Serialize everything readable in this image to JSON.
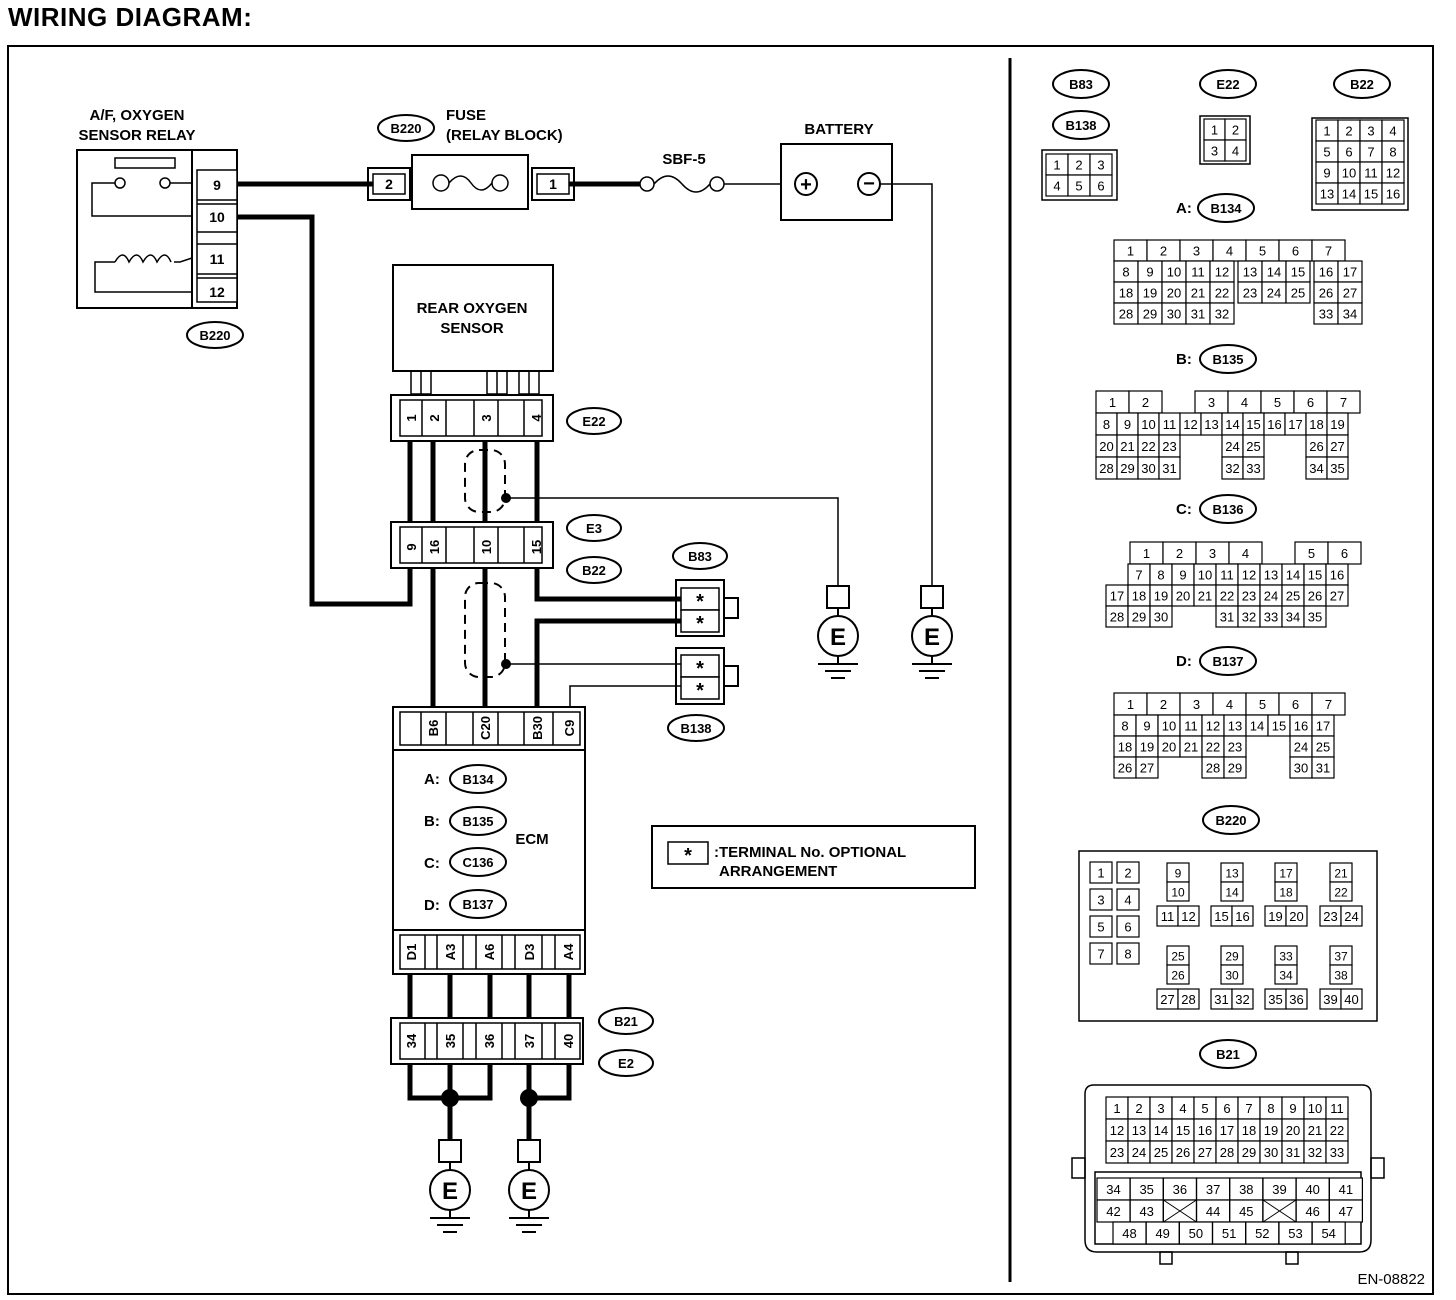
{
  "title": "WIRING DIAGRAM:",
  "figure_id": "EN-08822",
  "relay": {
    "label_line1": "A/F, OXYGEN",
    "label_line2": "SENSOR RELAY",
    "pins": [
      "9",
      "10",
      "11",
      "12"
    ],
    "connector": "B220"
  },
  "fuse": {
    "connector": "B220",
    "label_line1": "FUSE",
    "label_line2": "(RELAY BLOCK)",
    "pin_left": "2",
    "pin_right": "1"
  },
  "sbf": "SBF-5",
  "battery": {
    "label": "BATTERY",
    "plus": "+",
    "minus": "−"
  },
  "sensor": {
    "label_line1": "REAR OXYGEN",
    "label_line2": "SENSOR"
  },
  "connectors": {
    "e22": {
      "name": "E22",
      "pins": [
        "1",
        "2",
        "3",
        "4"
      ]
    },
    "e3b22": {
      "name_top": "E3",
      "name_bottom": "B22",
      "pins": [
        "9",
        "16",
        "10",
        "15"
      ]
    },
    "b83": {
      "name": "B83",
      "pins": [
        "*",
        "*"
      ]
    },
    "b138": {
      "name": "B138",
      "pins": [
        "*",
        "*"
      ]
    },
    "ecm_top": {
      "pins": [
        "B6",
        "C20",
        "B30",
        "C9"
      ]
    },
    "ecm_bottom": {
      "pins": [
        "D1",
        "A3",
        "A6",
        "D3",
        "A4"
      ]
    },
    "b21e2": {
      "name_top": "B21",
      "name_bottom": "E2",
      "pins": [
        "34",
        "35",
        "36",
        "37",
        "40"
      ]
    }
  },
  "ecm": {
    "label": "ECM",
    "rows": [
      {
        "letter": "A:",
        "connector": "B134"
      },
      {
        "letter": "B:",
        "connector": "B135"
      },
      {
        "letter": "C:",
        "connector": "C136"
      },
      {
        "letter": "D:",
        "connector": "B137"
      }
    ]
  },
  "ground_label": "E",
  "note": {
    "symbol": "*",
    "line1": ":TERMINAL No. OPTIONAL",
    "line2": "ARRANGEMENT"
  },
  "layouts": {
    "b83": {
      "name": "B83",
      "name2": "B138"
    },
    "e22": {
      "name": "E22"
    },
    "b22": {
      "name": "B22"
    },
    "b134": {
      "prefix": "A:",
      "name": "B134"
    },
    "b135": {
      "prefix": "B:",
      "name": "B135"
    },
    "b136": {
      "prefix": "C:",
      "name": "B136"
    },
    "b137": {
      "prefix": "D:",
      "name": "B137"
    },
    "b220": {
      "name": "B220"
    },
    "b21": {
      "name": "B21"
    }
  }
}
